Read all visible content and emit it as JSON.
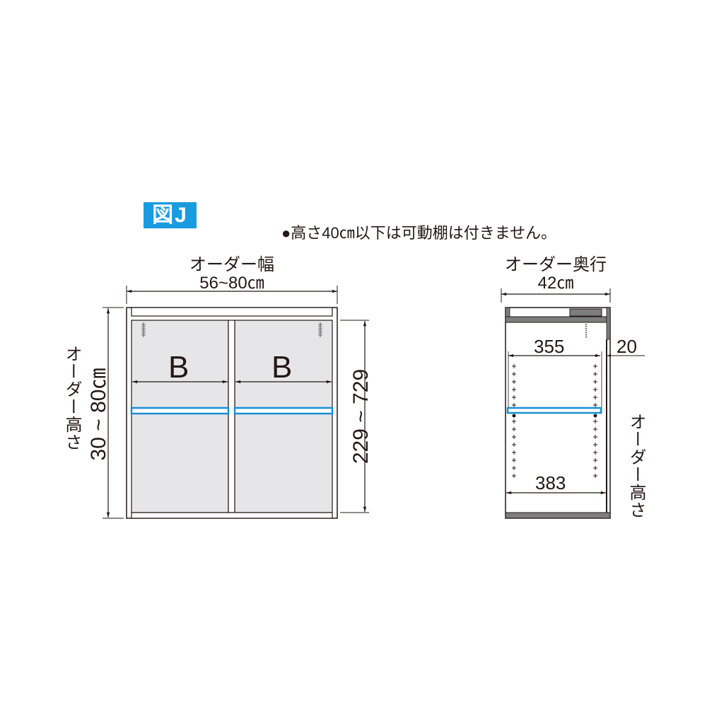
{
  "figure": {
    "badge": "図J",
    "badge_color": "#1a9be0",
    "note": "●高さ40㎝以下は可動棚は付きません。"
  },
  "front_view": {
    "width_title": "オーダー幅",
    "width_range": "56~80㎝",
    "height_title": "オーダー高さ",
    "height_range": "30 ~ 80㎝",
    "inner_height_range": "229 ~ 729",
    "compartments": [
      {
        "label": "B"
      },
      {
        "label": "B"
      }
    ],
    "shelf_color": "#1a8fd6",
    "panel_fill": "#e6e6e8"
  },
  "side_view": {
    "depth_title": "オーダー奥行",
    "depth_value": "42㎝",
    "shelf_depth": "355",
    "back_gap": "20",
    "inner_depth": "383",
    "height_title": "オーダー高さ",
    "board_color": "#7d7d7d"
  }
}
